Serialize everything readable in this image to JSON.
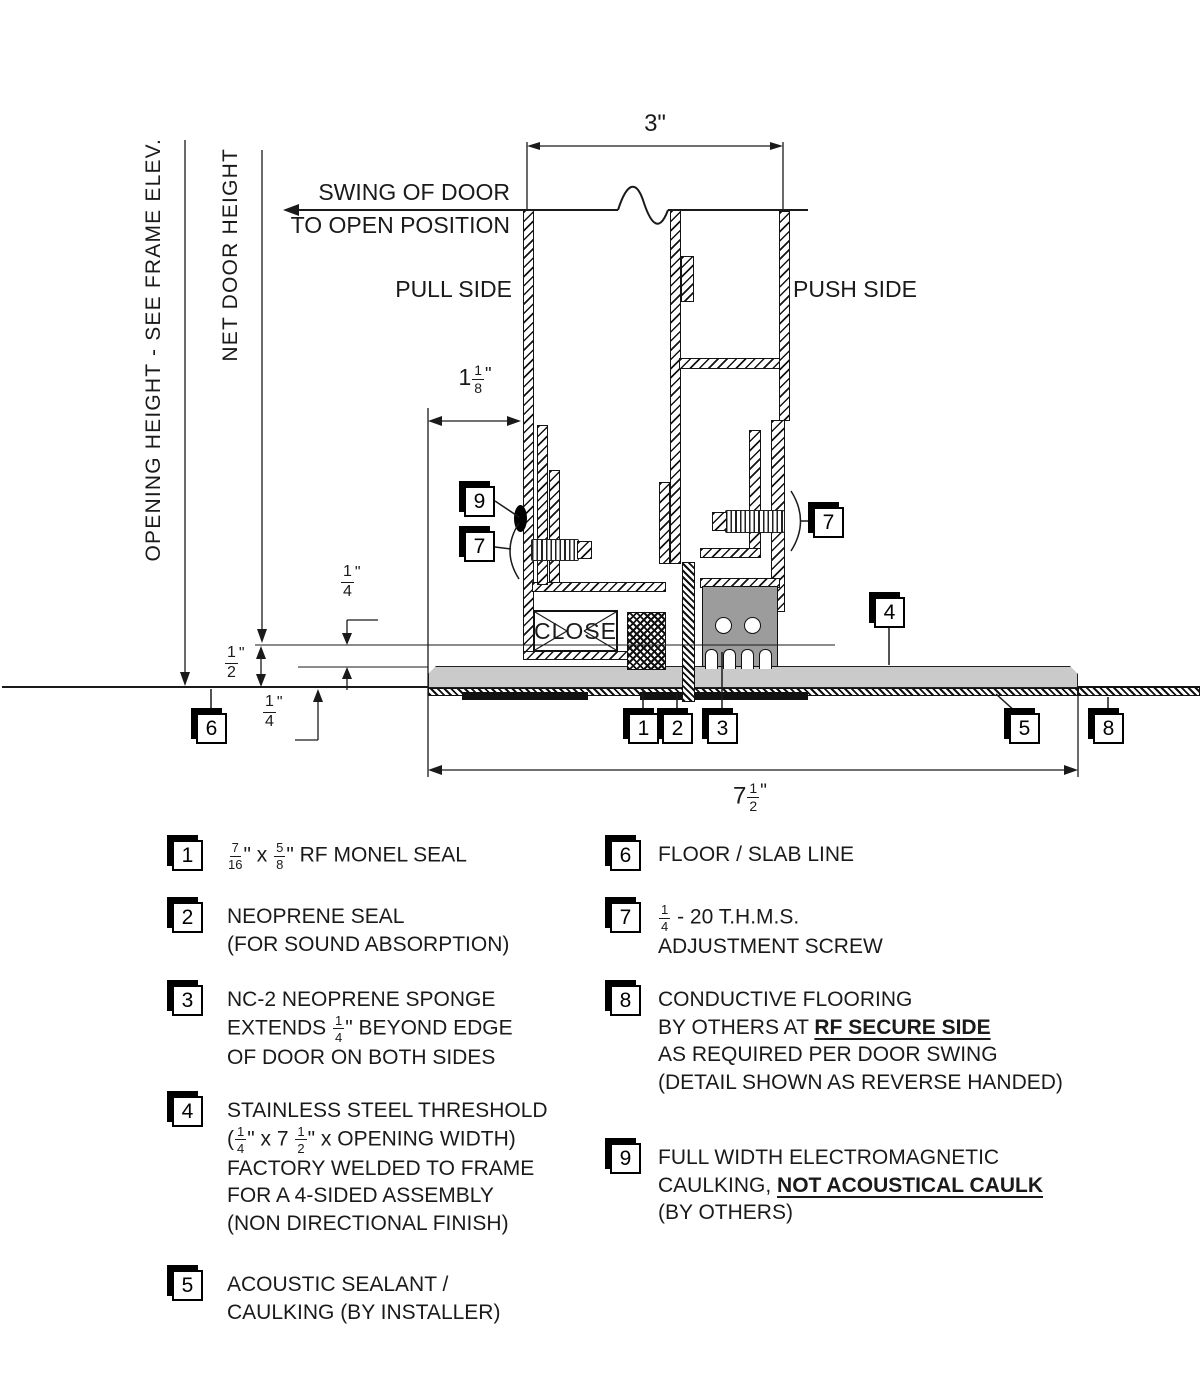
{
  "colors": {
    "line": "#1a1a1a",
    "threshold": "#cacaca",
    "sponge": "#9c9c9c",
    "text": "#1a1a1a"
  },
  "labels": {
    "swing1": "SWING OF DOOR",
    "swing2": "TO OPEN POSITION",
    "pull": "PULL SIDE",
    "push": "PUSH SIDE",
    "opening_height": "OPENING HEIGHT - SEE FRAME ELEV.",
    "net_door_height": "NET DOOR HEIGHT",
    "close": "CLOSE"
  },
  "dims": {
    "d3": "3\"",
    "d118": {
      "whole": "1",
      "num": "1",
      "den": "8",
      "unit": "\""
    },
    "d14top": {
      "num": "1",
      "den": "4",
      "unit": "\""
    },
    "d12": {
      "num": "1",
      "den": "2",
      "unit": "\""
    },
    "d14bot": {
      "num": "1",
      "den": "4",
      "unit": "\""
    },
    "d712": {
      "whole": "7",
      "num": "1",
      "den": "2",
      "unit": "\""
    }
  },
  "callouts": {
    "c9": "9",
    "c7l": "7",
    "c7r": "7",
    "c4": "4",
    "c6": "6",
    "c1": "1",
    "c2": "2",
    "c3": "3",
    "c5": "5",
    "c8": "8"
  },
  "legend_left": [
    {
      "badge": "1",
      "lines": [
        [
          {
            "frac": [
              "7",
              "16"
            ]
          },
          {
            "t": "\" x "
          },
          {
            "frac": [
              "5",
              "8"
            ]
          },
          {
            "t": "\" RF MONEL SEAL"
          }
        ]
      ]
    },
    {
      "badge": "2",
      "lines": [
        [
          {
            "t": "NEOPRENE SEAL"
          }
        ],
        [
          {
            "t": "(FOR SOUND ABSORPTION)"
          }
        ]
      ]
    },
    {
      "badge": "3",
      "lines": [
        [
          {
            "t": "NC-2 NEOPRENE SPONGE"
          }
        ],
        [
          {
            "t": "EXTENDS "
          },
          {
            "frac": [
              "1",
              "4"
            ]
          },
          {
            "t": "\" BEYOND EDGE"
          }
        ],
        [
          {
            "t": "OF DOOR ON BOTH SIDES"
          }
        ]
      ]
    },
    {
      "badge": "4",
      "lines": [
        [
          {
            "t": "STAINLESS STEEL THRESHOLD"
          }
        ],
        [
          {
            "t": "("
          },
          {
            "frac": [
              "1",
              "4"
            ]
          },
          {
            "t": "\" x 7 "
          },
          {
            "frac": [
              "1",
              "2"
            ]
          },
          {
            "t": "\" x OPENING WIDTH)"
          }
        ],
        [
          {
            "t": "FACTORY WELDED TO FRAME"
          }
        ],
        [
          {
            "t": "FOR A 4-SIDED ASSEMBLY"
          }
        ],
        [
          {
            "t": "(NON DIRECTIONAL FINISH)"
          }
        ]
      ]
    },
    {
      "badge": "5",
      "lines": [
        [
          {
            "t": "ACOUSTIC SEALANT /"
          }
        ],
        [
          {
            "t": "CAULKING (BY INSTALLER)"
          }
        ]
      ]
    }
  ],
  "legend_right": [
    {
      "badge": "6",
      "lines": [
        [
          {
            "t": "FLOOR / SLAB LINE"
          }
        ]
      ]
    },
    {
      "badge": "7",
      "lines": [
        [
          {
            "frac": [
              "1",
              "4"
            ]
          },
          {
            "t": " - 20 T.H.M.S."
          }
        ],
        [
          {
            "t": "ADJUSTMENT SCREW"
          }
        ]
      ]
    },
    {
      "badge": "8",
      "lines": [
        [
          {
            "t": "CONDUCTIVE FLOORING"
          }
        ],
        [
          {
            "t": "BY OTHERS AT "
          },
          {
            "t": "RF SECURE SIDE",
            "bu": true
          }
        ],
        [
          {
            "t": "AS REQUIRED PER DOOR SWING"
          }
        ],
        [
          {
            "t": "(DETAIL SHOWN AS REVERSE HANDED)"
          }
        ]
      ]
    },
    {
      "badge": "9",
      "lines": [
        [
          {
            "t": "FULL WIDTH ELECTROMAGNETIC"
          }
        ],
        [
          {
            "t": "CAULKING, "
          },
          {
            "t": "NOT ACOUSTICAL CAULK",
            "bu": true
          }
        ],
        [
          {
            "t": "(BY OTHERS)"
          }
        ]
      ]
    }
  ]
}
